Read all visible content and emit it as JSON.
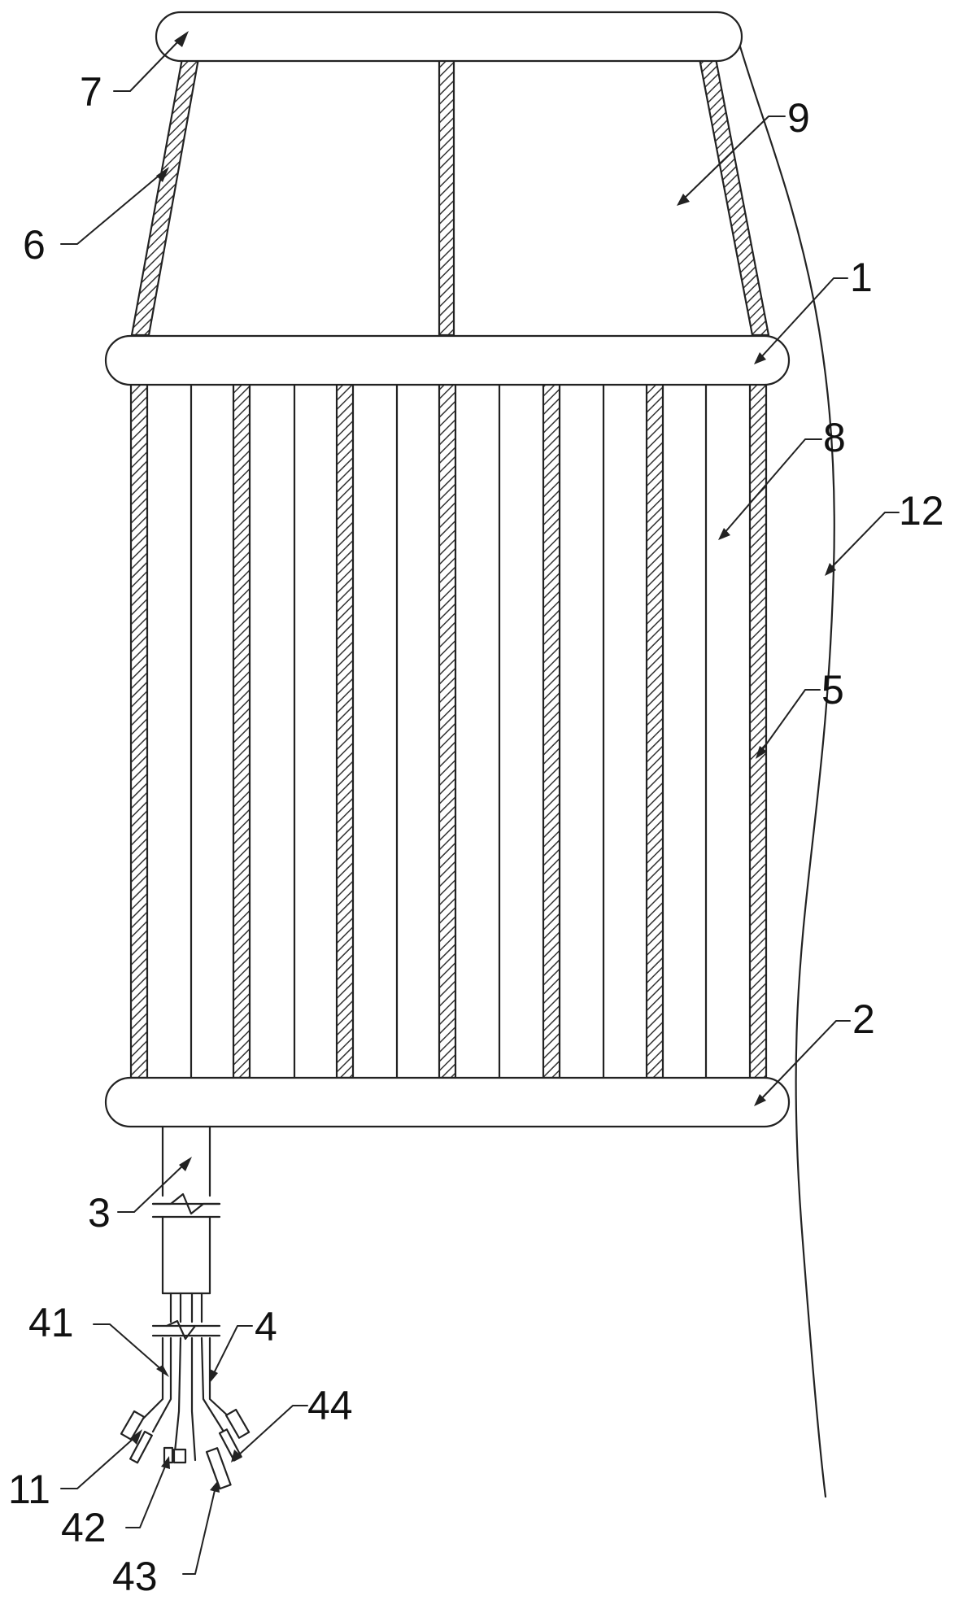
{
  "diagram": {
    "labels": {
      "l7": "7",
      "l9": "9",
      "l6": "6",
      "l1": "1",
      "l8": "8",
      "l12": "12",
      "l5": "5",
      "l2": "2",
      "l3": "3",
      "l41": "41",
      "l4": "4",
      "l44": "44",
      "l11": "11",
      "l42": "42",
      "l43": "43"
    },
    "colors": {
      "stroke": "#222222",
      "fill": "#ffffff",
      "hatch": "#333333"
    }
  }
}
